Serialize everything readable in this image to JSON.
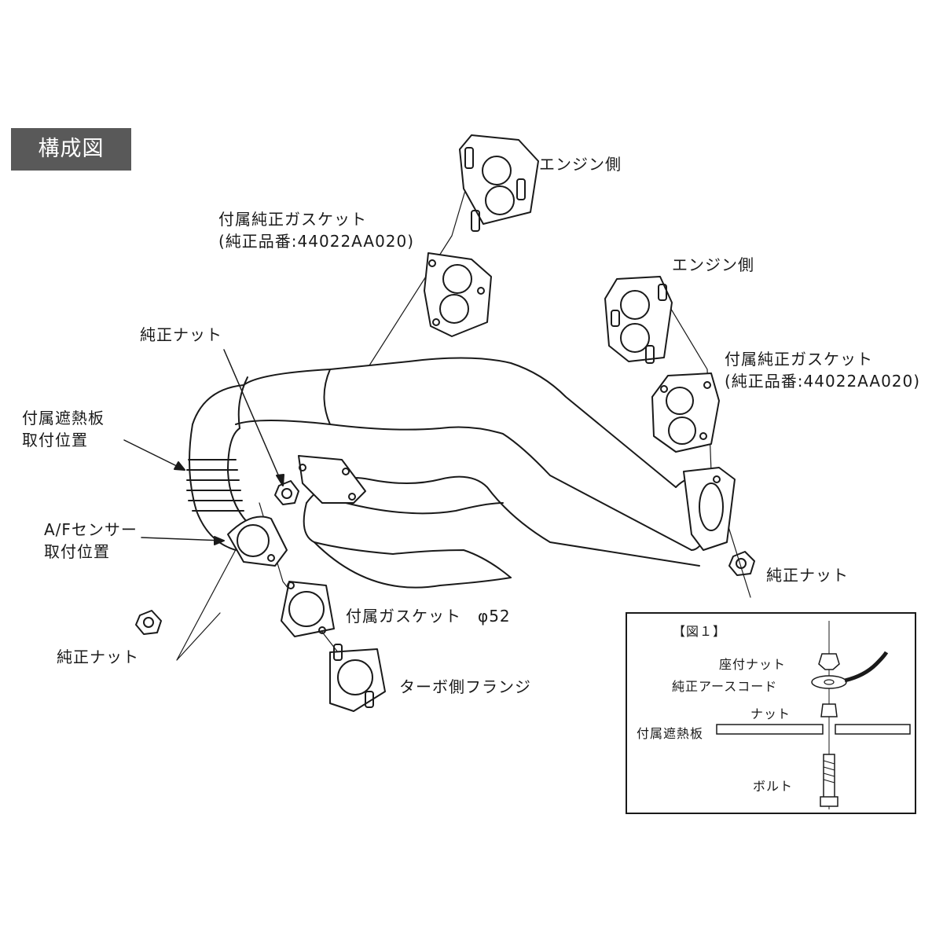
{
  "title": "構成図",
  "labels": {
    "engine_side_upper": "エンジン側",
    "engine_side_right": "エンジン側",
    "gasket_upper": {
      "line1": "付属純正ガスケット",
      "line2": "(純正品番:44022AA020)"
    },
    "gasket_right": {
      "line1": "付属純正ガスケット",
      "line2": "(純正品番:44022AA020)"
    },
    "nut_center": "純正ナット",
    "nut_right": "純正ナット",
    "nut_left": "純正ナット",
    "heat_shield": {
      "line1": "付属遮熱板",
      "line2": "取付位置"
    },
    "af_sensor": {
      "line1": "A/Fセンサー",
      "line2": "取付位置"
    },
    "gasket_52": "付属ガスケット　φ52",
    "turbo_flange": "ターボ側フランジ"
  },
  "figure1": {
    "title": "【図１】",
    "items": {
      "seat_nut": "座付ナット",
      "earth_cord": "純正アースコード",
      "nut": "ナット",
      "heat_shield": "付属遮熱板",
      "bolt": "ボルト"
    }
  },
  "colors": {
    "line": "#1a1a1a",
    "title_bg": "#595959",
    "title_text": "#ffffff",
    "flange_fill": "#ffffff"
  }
}
